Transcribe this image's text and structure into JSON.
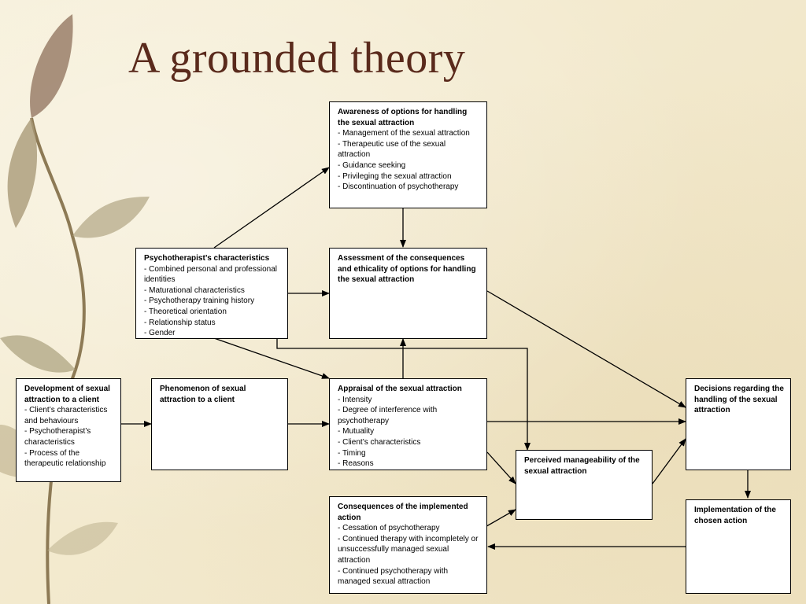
{
  "title": "A grounded theory",
  "boxes": {
    "awareness": {
      "heading": "Awareness of options for handling the sexual attraction",
      "items": [
        "Management of the sexual attraction",
        "Therapeutic use of the sexual attraction",
        "Guidance seeking",
        "Privileging the sexual attraction",
        "Discontinuation of psychotherapy"
      ]
    },
    "psychotherapist": {
      "heading": "Psychotherapist’s characteristics",
      "items": [
        "Combined personal and professional identities",
        "Maturational characteristics",
        "Psychotherapy training history",
        "Theoretical orientation",
        "Relationship status",
        "Gender"
      ]
    },
    "assessment": {
      "heading": "Assessment of the consequences and ethicality of options for handling the sexual attraction",
      "items": []
    },
    "development": {
      "heading": "Development of sexual attraction to a client",
      "items": [
        "Client’s characteristics and behaviours",
        "Psychotherapist’s characteristics",
        "Process of the therapeutic relationship"
      ]
    },
    "phenomenon": {
      "heading": "Phenomenon of sexual attraction to a client",
      "items": []
    },
    "appraisal": {
      "heading": "Appraisal of the sexual attraction",
      "items": [
        "Intensity",
        "Degree of interference with psychotherapy",
        "Mutuality",
        "Client’s characteristics",
        "Timing",
        "Reasons"
      ]
    },
    "decisions": {
      "heading": "Decisions regarding the handling of the sexual attraction",
      "items": []
    },
    "manageability": {
      "heading": "Perceived manageability of the sexual attraction",
      "items": []
    },
    "consequences": {
      "heading": "Consequences of the implemented action",
      "items": [
        "Cessation of psychotherapy",
        "Continued therapy with incompletely or unsuccessfully managed sexual attraction",
        "Continued psychotherapy with managed sexual attraction"
      ]
    },
    "implementation": {
      "heading": "Implementation of the chosen action",
      "items": []
    }
  }
}
